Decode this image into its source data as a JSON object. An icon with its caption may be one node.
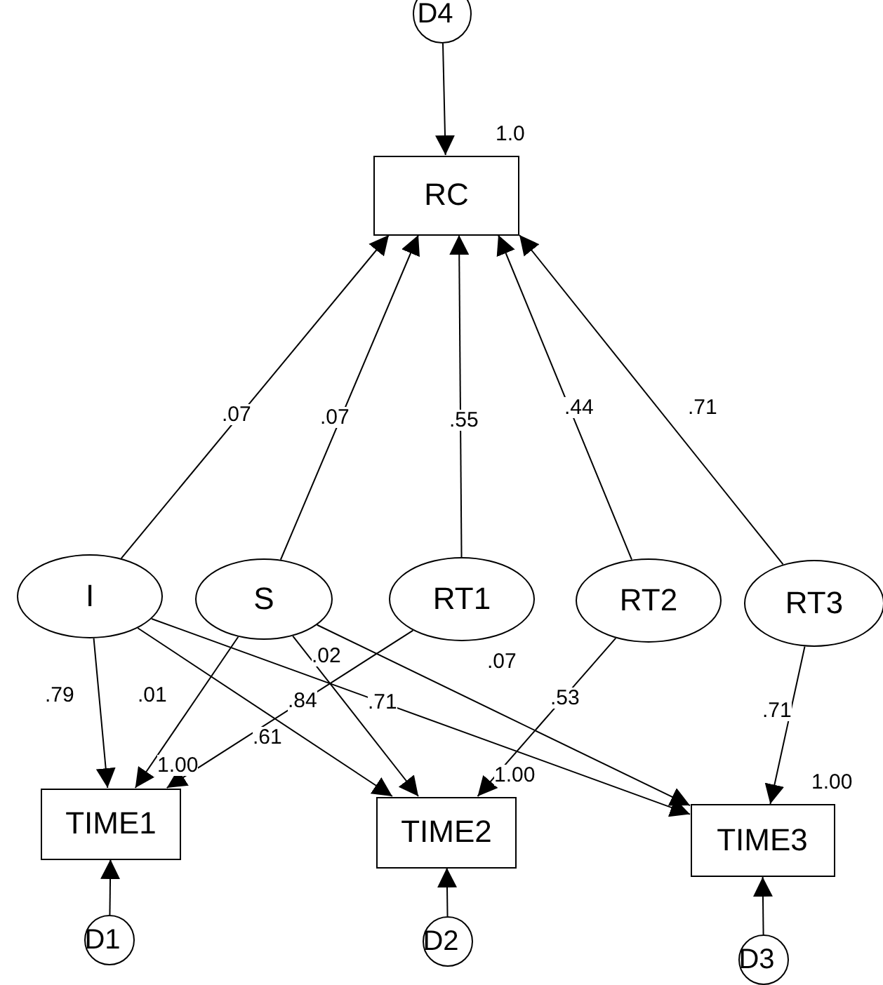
{
  "diagram": {
    "nodes": [
      {
        "text": [
          "D4"
        ]
      },
      {
        "text": [
          "RC"
        ],
        "beside": [
          "1.0"
        ]
      },
      {
        "text": [
          "I"
        ]
      },
      {
        "text": [
          "S"
        ]
      },
      {
        "text": [
          "RT1"
        ]
      },
      {
        "text": [
          "RT2"
        ]
      },
      {
        "text": [
          "RT3"
        ]
      },
      {
        "text": [
          "TIME1"
        ],
        "beside": [
          "1.00"
        ]
      },
      {
        "text": [
          "TIME2"
        ],
        "beside": [
          "1.00"
        ]
      },
      {
        "text": [
          "TIME3"
        ],
        "beside": [
          "1.00"
        ]
      },
      {
        "text": [
          "D1"
        ]
      },
      {
        "text": [
          "D2"
        ]
      },
      {
        "text": [
          "D3"
        ]
      }
    ],
    "edges": [
      {
        "from": 0,
        "to": 1,
        "arrow": "to"
      },
      {
        "from": 2,
        "to": 1,
        "arrow": "to",
        "label": ".07"
      },
      {
        "from": 3,
        "to": 1,
        "arrow": "to",
        "label": ".07"
      },
      {
        "from": 4,
        "to": 1,
        "arrow": "to",
        "label": ".55"
      },
      {
        "from": 5,
        "to": 1,
        "arrow": "to",
        "label": ".44"
      },
      {
        "from": 6,
        "to": 1,
        "arrow": "to",
        "label": ".71"
      },
      {
        "from": 2,
        "to": 7,
        "arrow": "to",
        "label": ".79"
      },
      {
        "from": 3,
        "to": 7,
        "arrow": "to",
        "label": ".01"
      },
      {
        "from": 4,
        "to": 7,
        "arrow": "to",
        "label": ".84"
      },
      {
        "from": 2,
        "to": 8,
        "arrow": "to",
        "label": ".61"
      },
      {
        "from": 2,
        "to": 9,
        "arrow": "to",
        "label": ".71"
      },
      {
        "from": 3,
        "to": 8,
        "arrow": "to",
        "label": ".02"
      },
      {
        "from": 3,
        "to": 9,
        "arrow": "to",
        "label": ".07"
      },
      {
        "from": 5,
        "to": 8,
        "arrow": "to",
        "label": ".53"
      },
      {
        "from": 6,
        "to": 9,
        "arrow": "to",
        "label": ".71"
      },
      {
        "from": 10,
        "to": 7,
        "arrow": "to"
      },
      {
        "from": 11,
        "to": 8,
        "arrow": "to"
      },
      {
        "from": 12,
        "to": 9,
        "arrow": "to"
      }
    ]
  }
}
